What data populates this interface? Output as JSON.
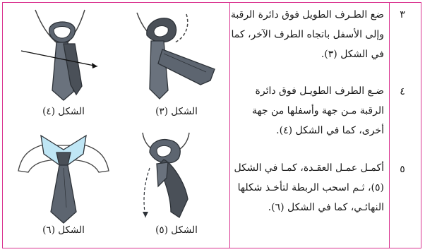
{
  "steps": [
    {
      "number": "٣",
      "text": "ضع الطـرف الطويل فوق دائرة الرقبة وإلى الأسفل باتجاه الطرف الآخر، كما في الشكل (٣)."
    },
    {
      "number": "٤",
      "text": "ضـع الطرف الطويـل فوق دائرة الرقبة مـن جهة وأسفلها من جهة أخرى، كما في الشكل (٤)."
    },
    {
      "number": "٥",
      "text": "أكمـل عمـل العقـدة، كمـا في الشكل (٥)، ثـم اسحب الربطة لتأخـذ شكلها النهائـي، كما في الشكل (٦)."
    }
  ],
  "figures": {
    "fig3": "الشكل (٣)",
    "fig4": "الشكل (٤)",
    "fig5": "الشكل (٥)",
    "fig6": "الشكل (٦)"
  },
  "colors": {
    "border": "#d9328f",
    "tie": "#5d6570",
    "tie_dark": "#3f454d",
    "collar": "#bfe6f5"
  }
}
